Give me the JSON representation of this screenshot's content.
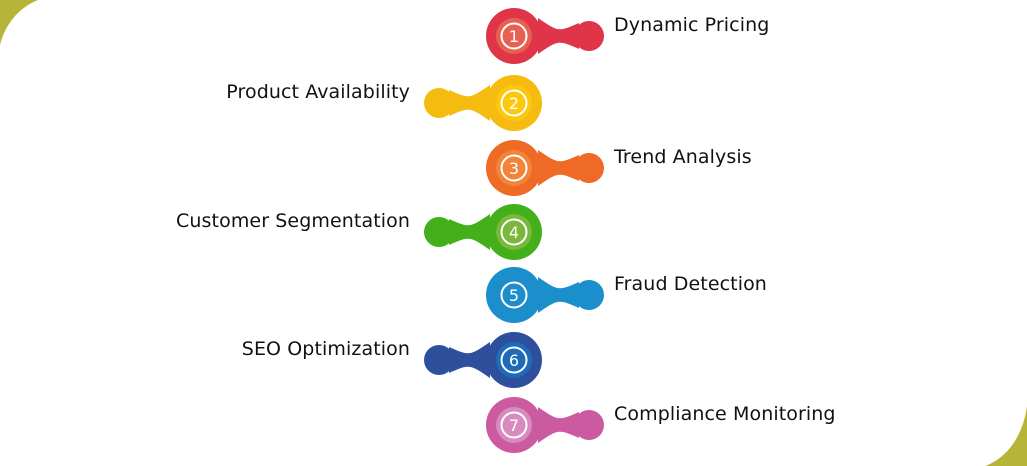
{
  "decor": {
    "corner_color": "#b6b53a"
  },
  "steps": [
    {
      "number": "1",
      "label": "Dynamic Pricing",
      "side": "right",
      "color": "#e03448",
      "inner": "#e8604f"
    },
    {
      "number": "2",
      "label": "Product Availability",
      "side": "left",
      "color": "#f6bb0f",
      "inner": "#fbc80f"
    },
    {
      "number": "3",
      "label": "Trend Analysis",
      "side": "right",
      "color": "#ef6a25",
      "inner": "#f2843a"
    },
    {
      "number": "4",
      "label": "Customer Segmentation",
      "side": "left",
      "color": "#43b01b",
      "inner": "#79b83b"
    },
    {
      "number": "5",
      "label": "Fraud Detection",
      "side": "right",
      "color": "#1a8fcc",
      "inner": "#1d8ecb"
    },
    {
      "number": "6",
      "label": "SEO Optimization",
      "side": "left",
      "color": "#2e4f9c",
      "inner": "#1e6bb8"
    },
    {
      "number": "7",
      "label": "Compliance Monitoring",
      "side": "right",
      "color": "#cb5aa0",
      "inner": "#d78bbf"
    }
  ]
}
